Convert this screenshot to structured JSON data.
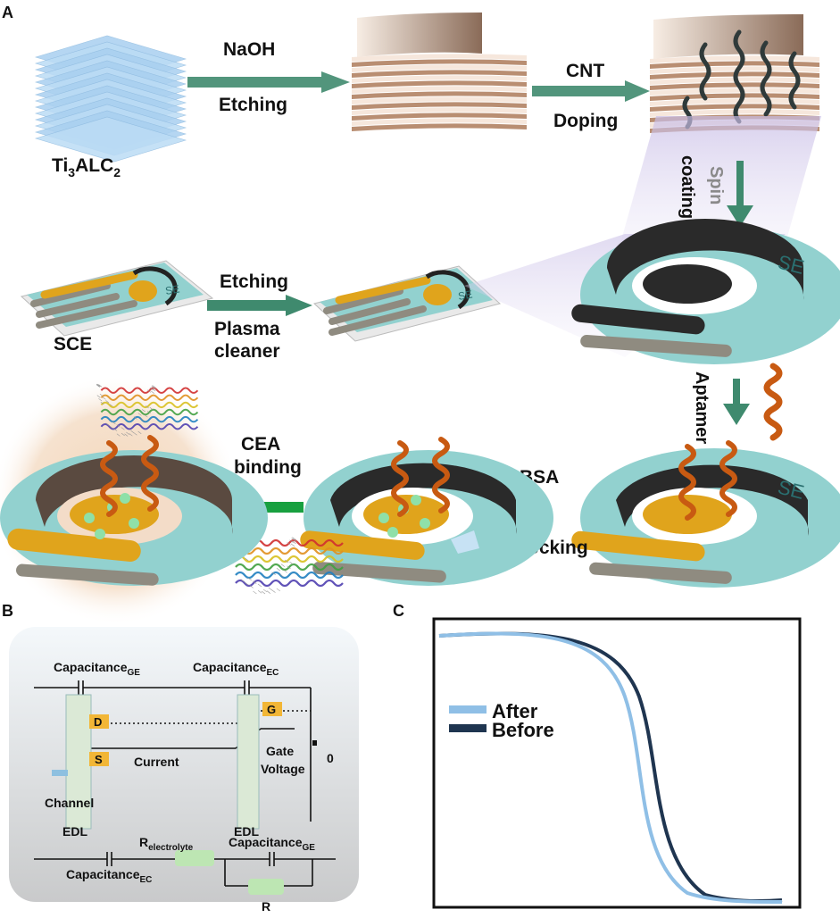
{
  "panel_a": {
    "label": "A",
    "material": {
      "base": "Ti",
      "sub1": "3",
      "mid": "ALC",
      "sub2": "2"
    },
    "steps": {
      "naoh": "NaOH",
      "etching1": "Etching",
      "cnt": "CNT",
      "doping": "Doping",
      "spin": "Spin",
      "coating": "coating",
      "etching2": "Etching",
      "plasma": "Plasma",
      "cleaner": "cleaner",
      "sce": "SCE",
      "aptamer": "Aptamer",
      "bsa": "BSA",
      "blocking": "Blocking",
      "cea": "CEA",
      "binding": "binding"
    },
    "electrode_logo": "SE",
    "colors": {
      "arrow": "#3f8a6e",
      "aptamer": "#c85a12",
      "gold": "#e0a41c",
      "teal": "#8fd3d0",
      "dark": "#2f2f2f",
      "bsa": "#8fe0a8",
      "green_arrow": "#18a040"
    }
  },
  "panel_b": {
    "label": "B",
    "cap_ge": "Capacitance",
    "cap_ge_sub": "GE",
    "cap_ec": "Capacitance",
    "cap_ec_sub": "EC",
    "d": "D",
    "s": "S",
    "g": "G",
    "current": "Current",
    "gate": "Gate",
    "voltage": "Voltage",
    "zero": "0",
    "channel": "Channel",
    "edl_left": "EDL",
    "edl_right": "EDL",
    "r_electrolyte": "R",
    "r_electrolyte_sub": "electrolyte",
    "cap_ge_bottom": "Capacitance",
    "cap_ge_bottom_sub": "GE",
    "cap_ec_bottom": "Capacitance",
    "cap_ec_bottom_sub": "EC",
    "r": "R"
  },
  "panel_c": {
    "label": "C",
    "legend_after": "After",
    "legend_before": "Before",
    "colors": {
      "after": "#8fbfe6",
      "before": "#1f3550"
    }
  }
}
